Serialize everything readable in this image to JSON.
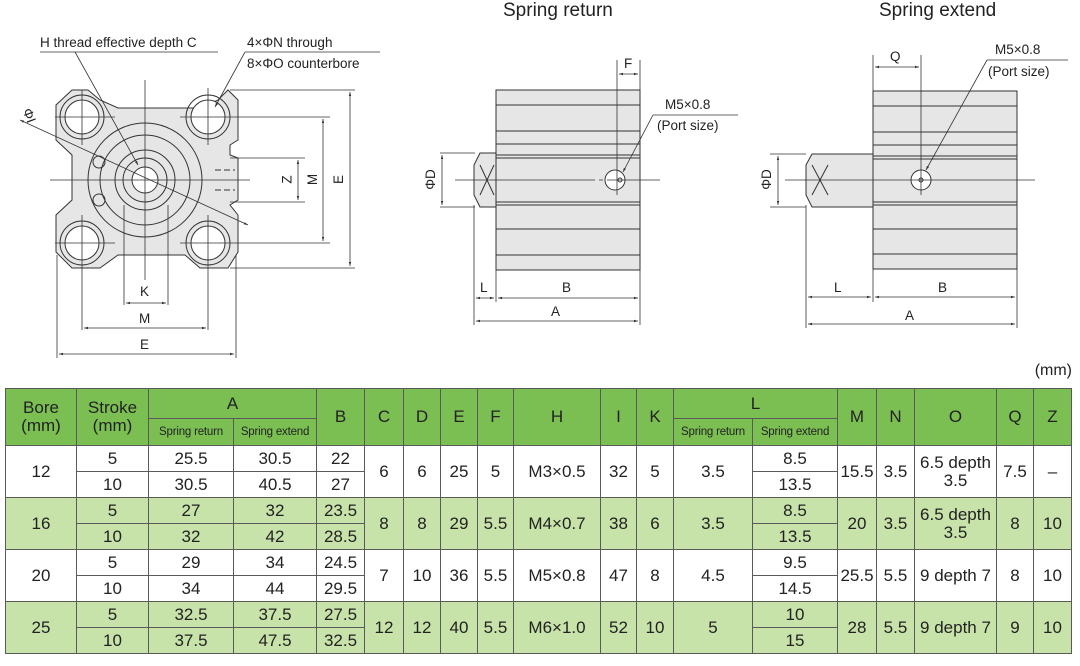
{
  "drawings": {
    "front_view": {
      "callout_thread": "H thread effective depth C",
      "callout_holes_1": "4×ΦN through",
      "callout_holes_2": "8×ΦO counterbore",
      "dim_phi_i": "ΦI",
      "dim_z": "Z",
      "dim_m_vertical": "M",
      "dim_e_vertical": "E",
      "dim_k": "K",
      "dim_m_horizontal": "M",
      "dim_e_horizontal": "E"
    },
    "spring_return": {
      "title": "Spring return",
      "dim_f": "F",
      "port_1": "M5×0.8",
      "port_2": "(Port size)",
      "dim_d": "ΦD",
      "dim_l": "L",
      "dim_b": "B",
      "dim_a": "A"
    },
    "spring_extend": {
      "title": "Spring extend",
      "dim_q": "Q",
      "port_1": "M5×0.8",
      "port_2": "(Port size)",
      "dim_d": "ΦD",
      "dim_l": "L",
      "dim_b": "B",
      "dim_a": "A"
    }
  },
  "units_label": "(mm)",
  "colors": {
    "header_green": "#7bbf52",
    "row_green": "#c8e3a9"
  },
  "table": {
    "headers": {
      "bore": "Bore (mm)",
      "stroke": "Stroke (mm)",
      "a": "A",
      "a_return": "Spring return",
      "a_extend": "Spring extend",
      "b": "B",
      "c": "C",
      "d": "D",
      "e": "E",
      "f": "F",
      "h": "H",
      "i": "I",
      "k": "K",
      "l": "L",
      "l_return": "Spring return",
      "l_extend": "Spring extend",
      "m": "M",
      "n": "N",
      "o": "O",
      "q": "Q",
      "z": "Z"
    },
    "rows": [
      {
        "bore": "12",
        "c": "6",
        "d": "6",
        "e": "25",
        "f": "5",
        "h": "M3×0.5",
        "i": "32",
        "k": "5",
        "l_return": "3.5",
        "m": "15.5",
        "n": "3.5",
        "o": "6.5 depth 3.5",
        "q": "7.5",
        "z": "–",
        "strokes": [
          {
            "stroke": "5",
            "a_return": "25.5",
            "a_extend": "30.5",
            "b": "22",
            "l_extend": "8.5"
          },
          {
            "stroke": "10",
            "a_return": "30.5",
            "a_extend": "40.5",
            "b": "27",
            "l_extend": "13.5"
          }
        ]
      },
      {
        "bore": "16",
        "c": "8",
        "d": "8",
        "e": "29",
        "f": "5.5",
        "h": "M4×0.7",
        "i": "38",
        "k": "6",
        "l_return": "3.5",
        "m": "20",
        "n": "3.5",
        "o": "6.5 depth 3.5",
        "q": "8",
        "z": "10",
        "strokes": [
          {
            "stroke": "5",
            "a_return": "27",
            "a_extend": "32",
            "b": "23.5",
            "l_extend": "8.5"
          },
          {
            "stroke": "10",
            "a_return": "32",
            "a_extend": "42",
            "b": "28.5",
            "l_extend": "13.5"
          }
        ]
      },
      {
        "bore": "20",
        "c": "7",
        "d": "10",
        "e": "36",
        "f": "5.5",
        "h": "M5×0.8",
        "i": "47",
        "k": "8",
        "l_return": "4.5",
        "m": "25.5",
        "n": "5.5",
        "o": "9 depth 7",
        "q": "8",
        "z": "10",
        "strokes": [
          {
            "stroke": "5",
            "a_return": "29",
            "a_extend": "34",
            "b": "24.5",
            "l_extend": "9.5"
          },
          {
            "stroke": "10",
            "a_return": "34",
            "a_extend": "44",
            "b": "29.5",
            "l_extend": "14.5"
          }
        ]
      },
      {
        "bore": "25",
        "c": "12",
        "d": "12",
        "e": "40",
        "f": "5.5",
        "h": "M6×1.0",
        "i": "52",
        "k": "10",
        "l_return": "5",
        "m": "28",
        "n": "5.5",
        "o": "9 depth 7",
        "q": "9",
        "z": "10",
        "strokes": [
          {
            "stroke": "5",
            "a_return": "32.5",
            "a_extend": "37.5",
            "b": "27.5",
            "l_extend": "10"
          },
          {
            "stroke": "10",
            "a_return": "37.5",
            "a_extend": "47.5",
            "b": "32.5",
            "l_extend": "15"
          }
        ]
      }
    ]
  }
}
